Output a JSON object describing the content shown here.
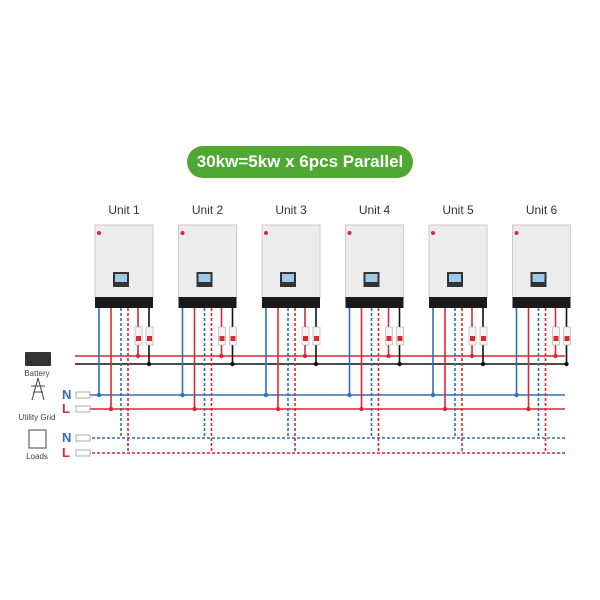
{
  "title": "30kw=5kw x 6pcs Parallel",
  "units": [
    "Unit 1",
    "Unit 2",
    "Unit 3",
    "Unit 4",
    "Unit 5",
    "Unit 6"
  ],
  "sources": {
    "battery": "Battery",
    "grid": "Utility Grid",
    "loads": "Loads"
  },
  "phases": {
    "grid_n": "N",
    "grid_l": "L",
    "loads_n": "N",
    "loads_l": "L"
  },
  "colors": {
    "title_bg": "#4ea832",
    "neutral": "#2f6fb5",
    "live": "#d62a35",
    "battery_neg": "#111111"
  }
}
